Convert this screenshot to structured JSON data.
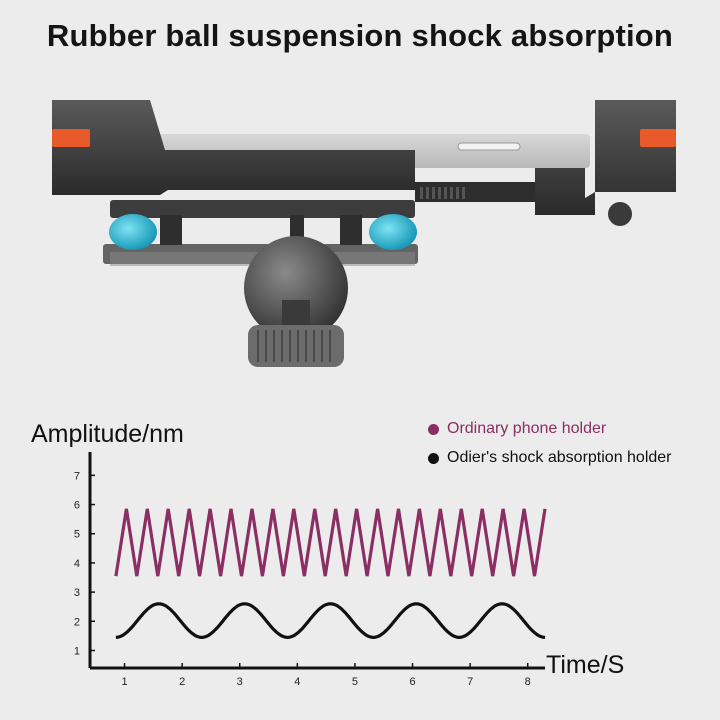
{
  "title": "Rubber ball suspension shock absorption",
  "legend": [
    {
      "label": "Ordinary phone holder",
      "color": "#8b2e63"
    },
    {
      "label": "Odier's shock absorption holder",
      "color": "#111111"
    }
  ],
  "chart_data": {
    "type": "line",
    "ylabel": "Amplitude/nm",
    "xlabel": "Time/S",
    "x_ticks": [
      "1",
      "2",
      "3",
      "4",
      "5",
      "6",
      "7",
      "8"
    ],
    "y_ticks": [
      "1",
      "2",
      "3",
      "4",
      "5",
      "6",
      "7"
    ],
    "xlim": [
      0.4,
      8.3
    ],
    "ylim": [
      0.4,
      7.8
    ],
    "legend_position": "top-right",
    "grid": false,
    "series": [
      {
        "name": "Ordinary phone holder",
        "color": "#8b2e63",
        "shape": "zigzag",
        "x_start": 0.85,
        "x_end": 8.3,
        "min": 3.55,
        "max": 5.85,
        "cycles": 20.5
      },
      {
        "name": "Odier's shock absorption holder",
        "color": "#111111",
        "shape": "sine",
        "x_start": 0.85,
        "x_end": 8.3,
        "min": 1.45,
        "max": 2.6,
        "cycles": 5
      }
    ]
  }
}
